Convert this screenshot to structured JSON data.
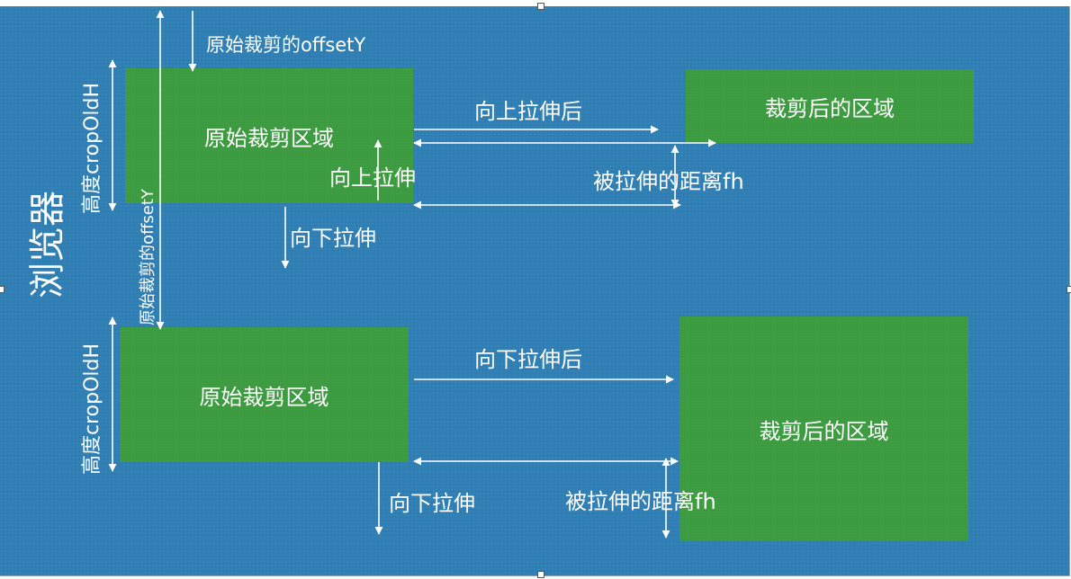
{
  "browser_label": "浏览器",
  "top": {
    "offset_label": "原始裁剪的offsetY",
    "height_label": "高度cropOldH",
    "orig_box": "原始裁剪区域",
    "stretch_up": "向上拉伸",
    "stretch_down": "向下拉伸",
    "after_label": "向上拉伸后",
    "result_box": "裁剪后的区域",
    "distance_label": "被拉伸的距离fh"
  },
  "bottom": {
    "offset_label": "原始裁剪的offsetY",
    "height_label": "高度cropOldH",
    "orig_box": "原始裁剪区域",
    "stretch_down": "向下拉伸",
    "after_label": "向下拉伸后",
    "result_box": "裁剪后的区域",
    "distance_label": "被拉伸的距离fh"
  }
}
